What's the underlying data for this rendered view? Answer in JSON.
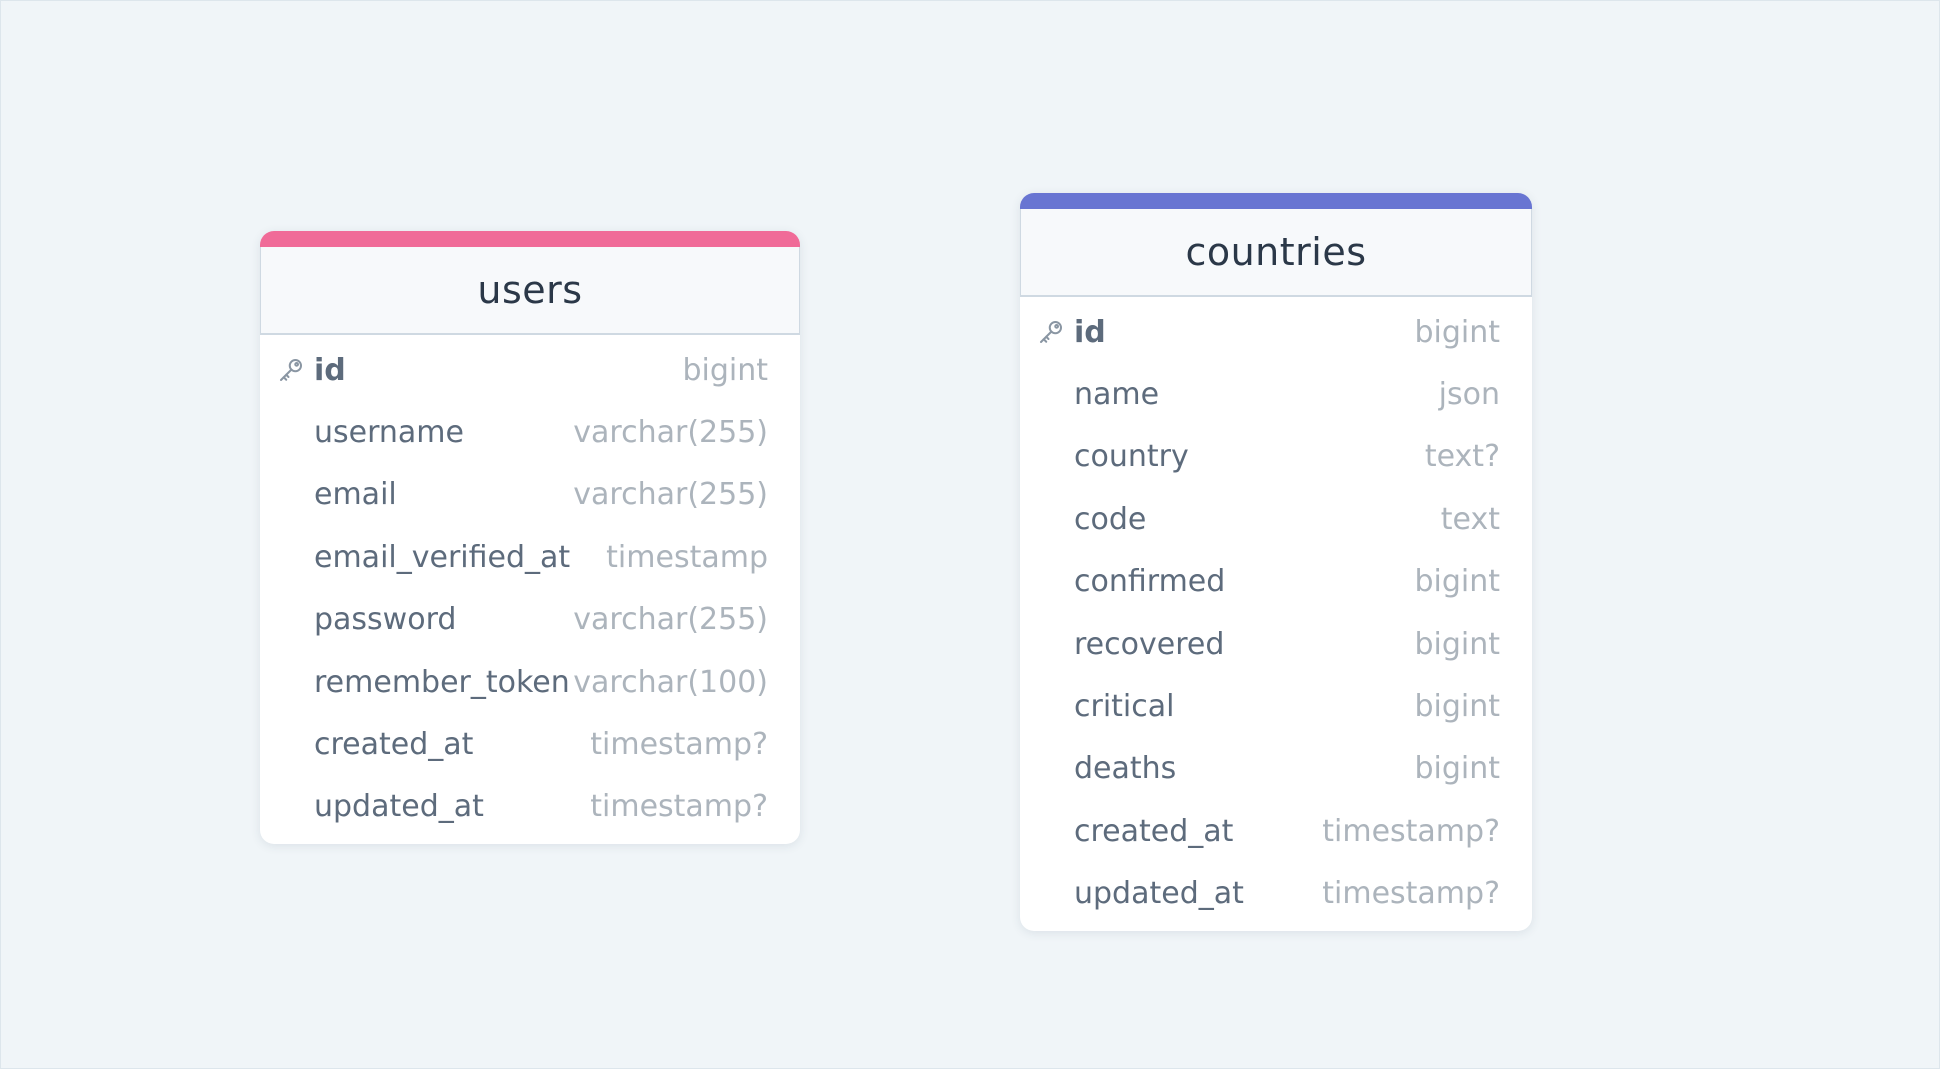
{
  "tables": [
    {
      "name": "users",
      "accent_color": "#f06b98",
      "columns": [
        {
          "name": "id",
          "type": "bigint",
          "primary_key": true
        },
        {
          "name": "username",
          "type": "varchar(255)"
        },
        {
          "name": "email",
          "type": "varchar(255)"
        },
        {
          "name": "email_verified_at",
          "type": "timestamp"
        },
        {
          "name": "password",
          "type": "varchar(255)"
        },
        {
          "name": "remember_token",
          "type": "varchar(100)"
        },
        {
          "name": "created_at",
          "type": "timestamp?"
        },
        {
          "name": "updated_at",
          "type": "timestamp?"
        }
      ]
    },
    {
      "name": "countries",
      "accent_color": "#6875d2",
      "columns": [
        {
          "name": "id",
          "type": "bigint",
          "primary_key": true
        },
        {
          "name": "name",
          "type": "json"
        },
        {
          "name": "country",
          "type": "text?"
        },
        {
          "name": "code",
          "type": "text"
        },
        {
          "name": "confirmed",
          "type": "bigint"
        },
        {
          "name": "recovered",
          "type": "bigint"
        },
        {
          "name": "critical",
          "type": "bigint"
        },
        {
          "name": "deaths",
          "type": "bigint"
        },
        {
          "name": "created_at",
          "type": "timestamp?"
        },
        {
          "name": "updated_at",
          "type": "timestamp?"
        }
      ]
    }
  ]
}
